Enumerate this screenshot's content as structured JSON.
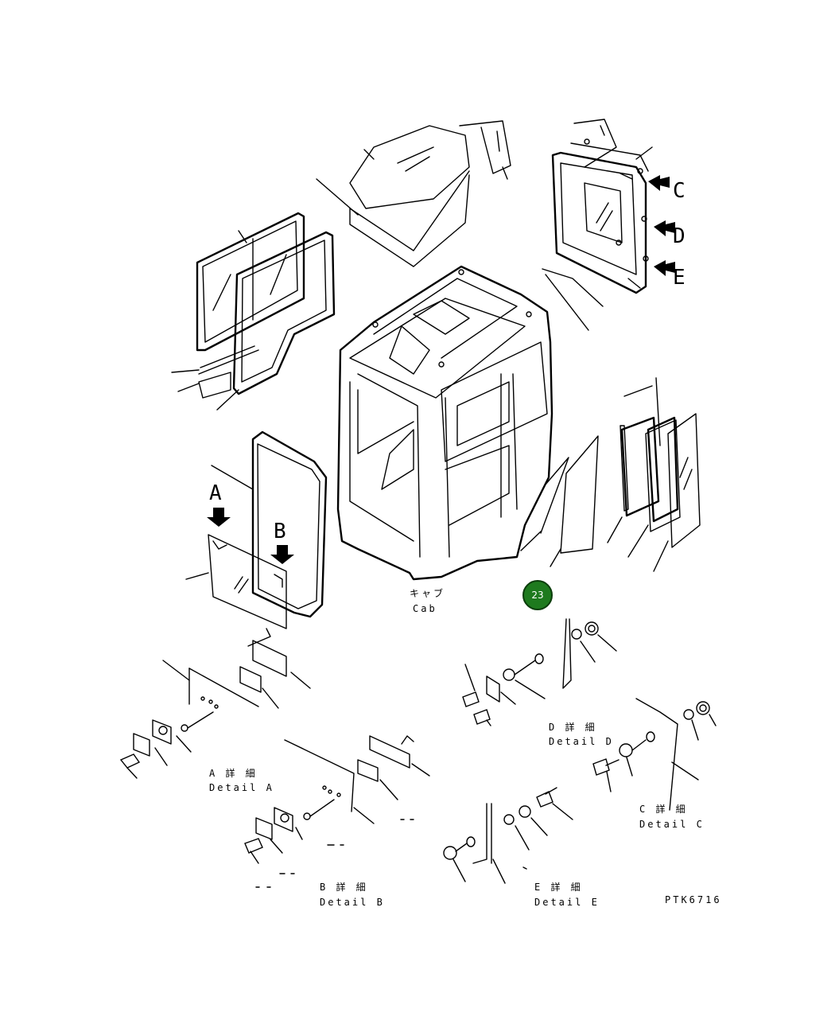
{
  "callouts": {
    "letters": [
      "A",
      "B",
      "C",
      "D",
      "E"
    ]
  },
  "labels": {
    "cab_jp": "キャブ",
    "cab_en": "Cab",
    "detail_a_jp": "A 詳 細",
    "detail_a_en": "Detail A",
    "detail_b_jp": "B 詳 細",
    "detail_b_en": "Detail B",
    "detail_c_jp": "C 詳 細",
    "detail_c_en": "Detail C",
    "detail_d_jp": "D 詳 細",
    "detail_d_en": "Detail D",
    "detail_e_jp": "E 詳 細",
    "detail_e_en": "Detail E",
    "drawing_code": "PTK6716"
  },
  "hotspot": {
    "label": "23",
    "color": "#1e7a1e"
  }
}
